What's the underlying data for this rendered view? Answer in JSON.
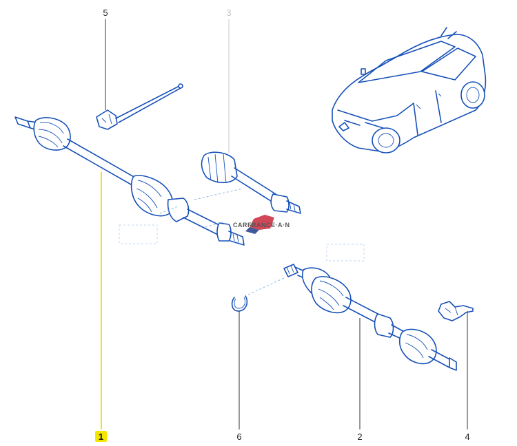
{
  "callouts": [
    {
      "id": "1",
      "label": "1",
      "selected": true
    },
    {
      "id": "2",
      "label": "2",
      "selected": false
    },
    {
      "id": "3",
      "label": "3",
      "selected": false,
      "dimmed": true
    },
    {
      "id": "4",
      "label": "4",
      "selected": false
    },
    {
      "id": "5",
      "label": "5",
      "selected": false
    },
    {
      "id": "6",
      "label": "6",
      "selected": false
    }
  ],
  "colors": {
    "line_art": "#1650b8",
    "highlight": "#f3e600",
    "leader": "#333333",
    "dimmed": "#c4c4c4"
  },
  "watermark": {
    "text": "CARFRANCE·A·N",
    "logo": "carfrance-flag-logo"
  }
}
